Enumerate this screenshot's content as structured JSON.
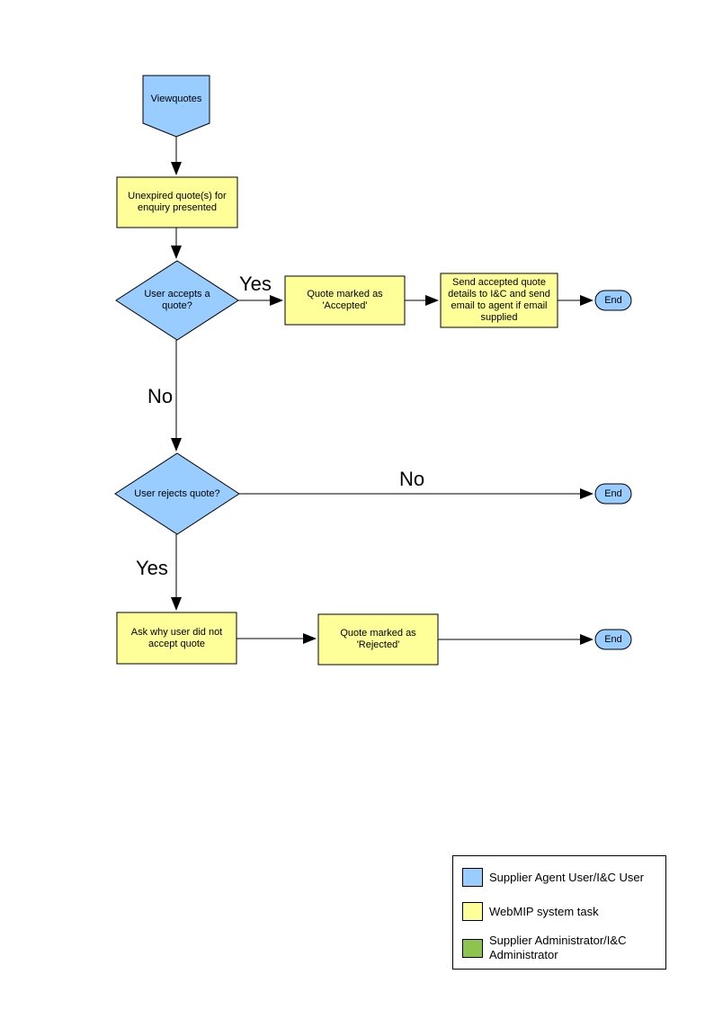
{
  "colors": {
    "actor_blue": "#99CCFF",
    "task_yellow": "#FFFF99",
    "admin_green": "#8FC350",
    "line_black": "#000000"
  },
  "flowchart": {
    "start": {
      "label": "Viewquotes"
    },
    "nodes": {
      "unexpired": {
        "label": "Unexpired quote(s) for enquiry presented"
      },
      "accepts": {
        "label": "User accepts a quote?"
      },
      "marked_accepted": {
        "label": "Quote marked as 'Accepted'"
      },
      "send_details": {
        "label": "Send accepted quote details to I&C and send email to agent if email supplied"
      },
      "rejects": {
        "label": "User rejects quote?"
      },
      "ask_why": {
        "label": "Ask why user did not accept quote"
      },
      "marked_rejected": {
        "label": "Quote marked as 'Rejected'"
      },
      "end1": {
        "label": "End"
      },
      "end2": {
        "label": "End"
      },
      "end3": {
        "label": "End"
      }
    },
    "edge_labels": {
      "accepts_yes": "Yes",
      "accepts_no": "No",
      "rejects_no": "No",
      "rejects_yes": "Yes"
    }
  },
  "legend": {
    "items": [
      {
        "label": "Supplier Agent User/I&C User",
        "color": "#99CCFF"
      },
      {
        "label": "WebMIP system task",
        "color": "#FFFF99"
      },
      {
        "label": "Supplier Administrator/I&C Administrator",
        "color": "#8FC350"
      }
    ]
  }
}
